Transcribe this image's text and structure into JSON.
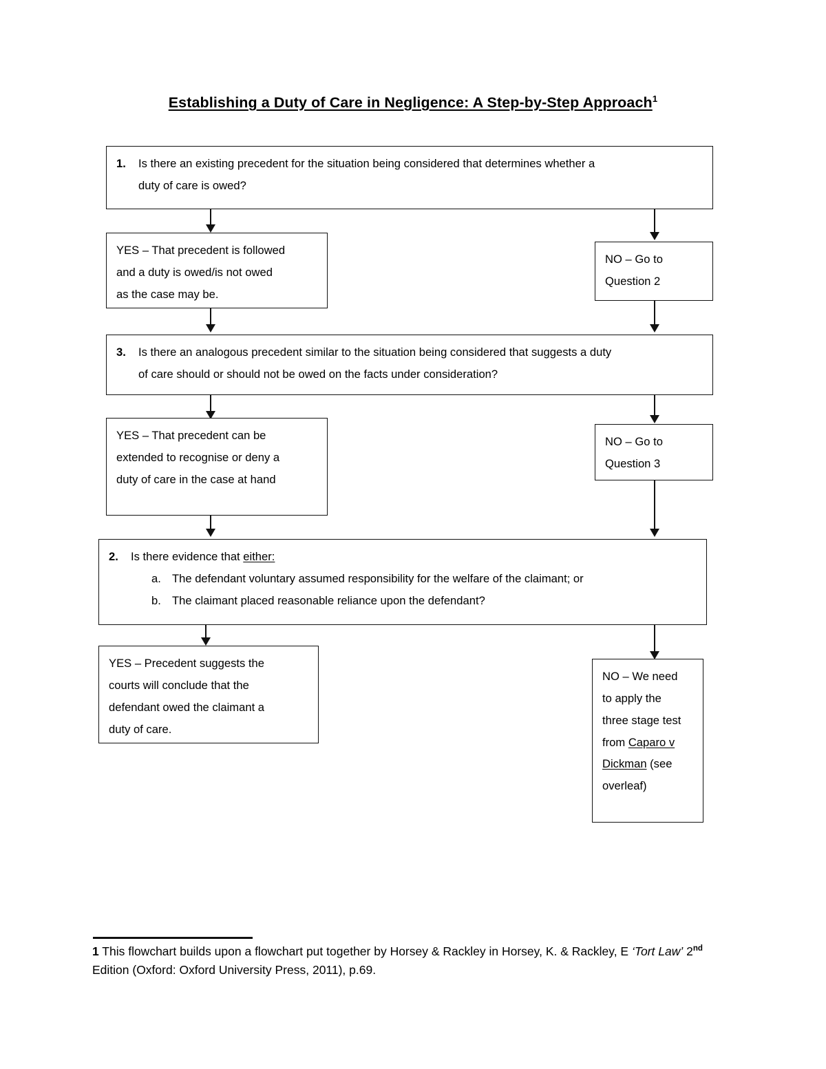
{
  "document": {
    "title_text": "Establishing a Duty of Care in Negligence: A Step-by-Step Approach",
    "title_footnote_marker": "1"
  },
  "flowchart": {
    "q1": {
      "number": "1.",
      "line1": "Is there an existing precedent for the situation being considered that determines whether a",
      "line2": "duty of care is owed?"
    },
    "q1_yes": {
      "line1": "YES – That precedent is followed",
      "line2": "and a duty is owed/is not owed",
      "line3": "as the case may be."
    },
    "q1_no": {
      "line1": "NO – Go to",
      "line2": "Question 2"
    },
    "q3": {
      "number": "3.",
      "line1": "Is there an analogous precedent similar to the situation being considered that suggests a duty",
      "line2": "of care should or should not be owed on the facts under consideration?"
    },
    "q3_yes": {
      "line1": "YES – That precedent can be",
      "line2": "extended to recognise or deny a",
      "line3": "duty of care in the case at hand"
    },
    "q3_no": {
      "line1": "NO – Go to",
      "line2": "Question 3"
    },
    "q2": {
      "number": "2.",
      "stem_before": "Is there evidence that ",
      "stem_underlined": "either:",
      "items": [
        {
          "letter": "a.",
          "text": "The defendant voluntary assumed responsibility for the welfare of the claimant; or"
        },
        {
          "letter": "b.",
          "text": "The claimant placed reasonable reliance upon the defendant?"
        }
      ]
    },
    "q2_yes": {
      "line1": "YES – Precedent suggests the",
      "line2": "courts will conclude that the",
      "line3": "defendant owed the claimant a",
      "line4": "duty of care."
    },
    "q2_no": {
      "line1": "NO – We need",
      "line2": "to apply the",
      "line3": "three stage test",
      "line4_before": "from ",
      "line4_case": "Caparo v",
      "line5_case": "Dickman",
      "line5_after": " (see",
      "line6": "overleaf)"
    }
  },
  "footnote": {
    "marker": "1",
    "part1": " This flowchart builds upon a flowchart put together by Horsey & Rackley in Horsey, K. & Rackley, E ",
    "title_italic": "‘Tort Law’",
    "part2_before_sup": " 2",
    "sup": "nd",
    "part3": " Edition (Oxford: Oxford University Press, 2011), p.69."
  },
  "colors": {
    "ink": "#111111",
    "page": "#ffffff"
  }
}
